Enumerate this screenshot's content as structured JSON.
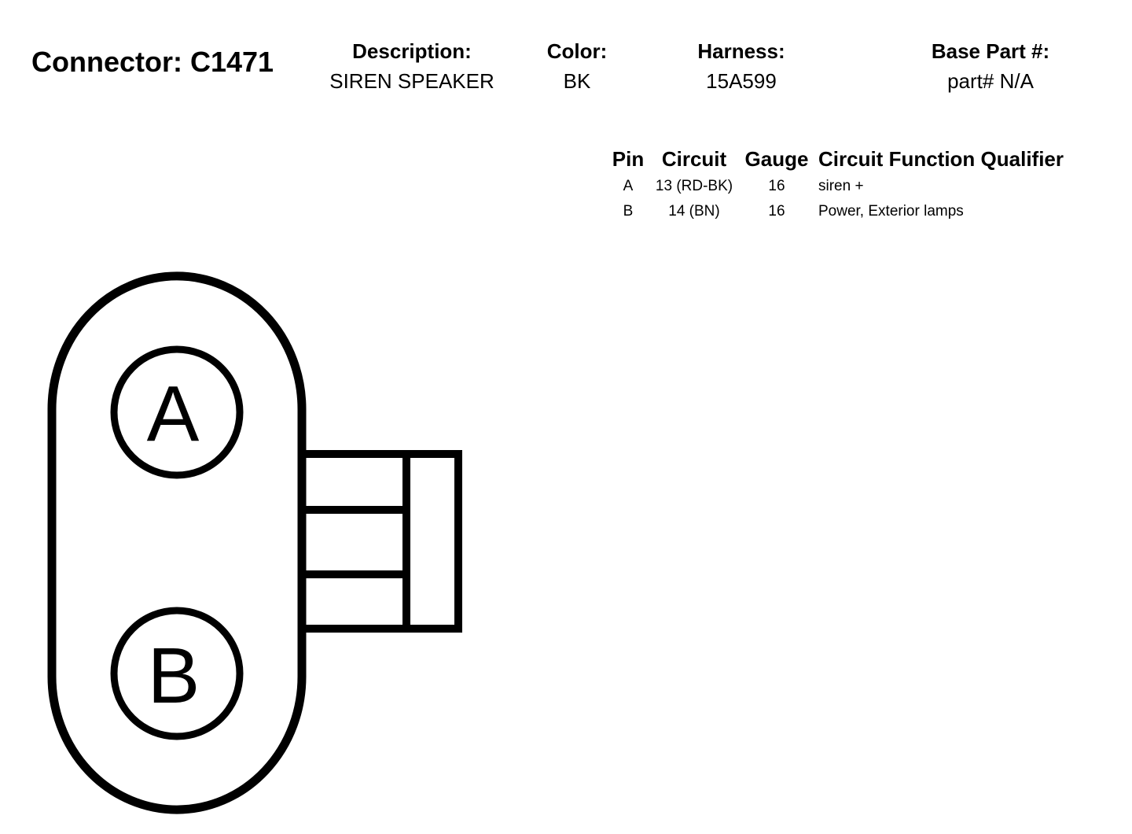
{
  "connector": {
    "title": "Connector: C1471"
  },
  "header": {
    "description_label": "Description:",
    "description_value": "SIREN SPEAKER",
    "color_label": "Color:",
    "color_value": "BK",
    "harness_label": "Harness:",
    "harness_value": "15A599",
    "base_part_label": "Base Part #:",
    "base_part_value": "part# N/A"
  },
  "pin_table": {
    "columns": [
      "Pin",
      "Circuit",
      "Gauge",
      "Circuit Function Qualifier"
    ],
    "rows": [
      {
        "pin": "A",
        "circuit": "13 (RD-BK)",
        "gauge": "16",
        "function": "siren +"
      },
      {
        "pin": "B",
        "circuit": "14 (BN)",
        "gauge": "16",
        "function": "Power, Exterior lamps"
      }
    ]
  },
  "diagram": {
    "pin_labels": [
      "A",
      "B"
    ]
  }
}
